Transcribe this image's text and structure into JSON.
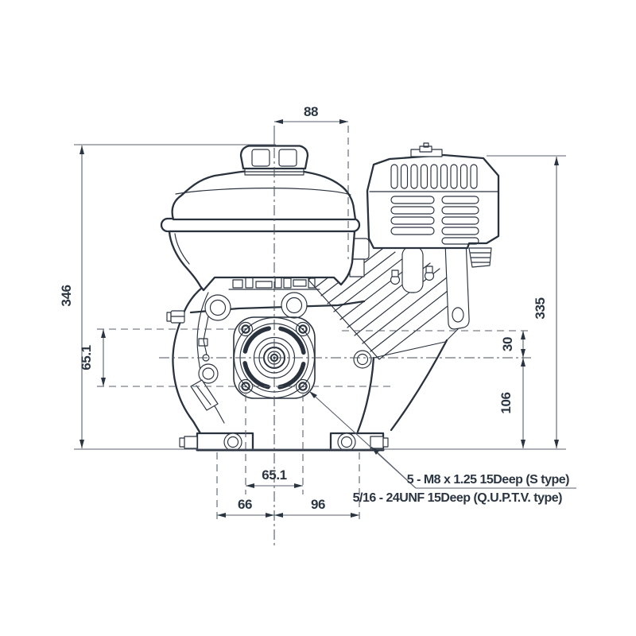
{
  "drawing": {
    "title": "engine-outline-dimension-drawing",
    "dimensions": {
      "top_width": "88",
      "overall_height_left": "346",
      "flange_bolt_spacing_vertical": "65.1",
      "overall_height_right": "335",
      "upper_offset": "30",
      "crankshaft_center_height": "106",
      "flange_bolt_spacing_horizontal": "65.1",
      "mount_hole_left_offset": "66",
      "mount_hole_right_offset": "96"
    },
    "annotations": {
      "thread_spec_s": "5 - M8 x 1.25 15Deep (S type)",
      "thread_spec_q": "5/16 - 24UNF 15Deep (Q.U.P.T.V. type)"
    },
    "colors": {
      "background": "#ffffff",
      "engine_line": "#2a323e",
      "dimension_line": "#5a626e",
      "text": "#2b3542"
    }
  }
}
